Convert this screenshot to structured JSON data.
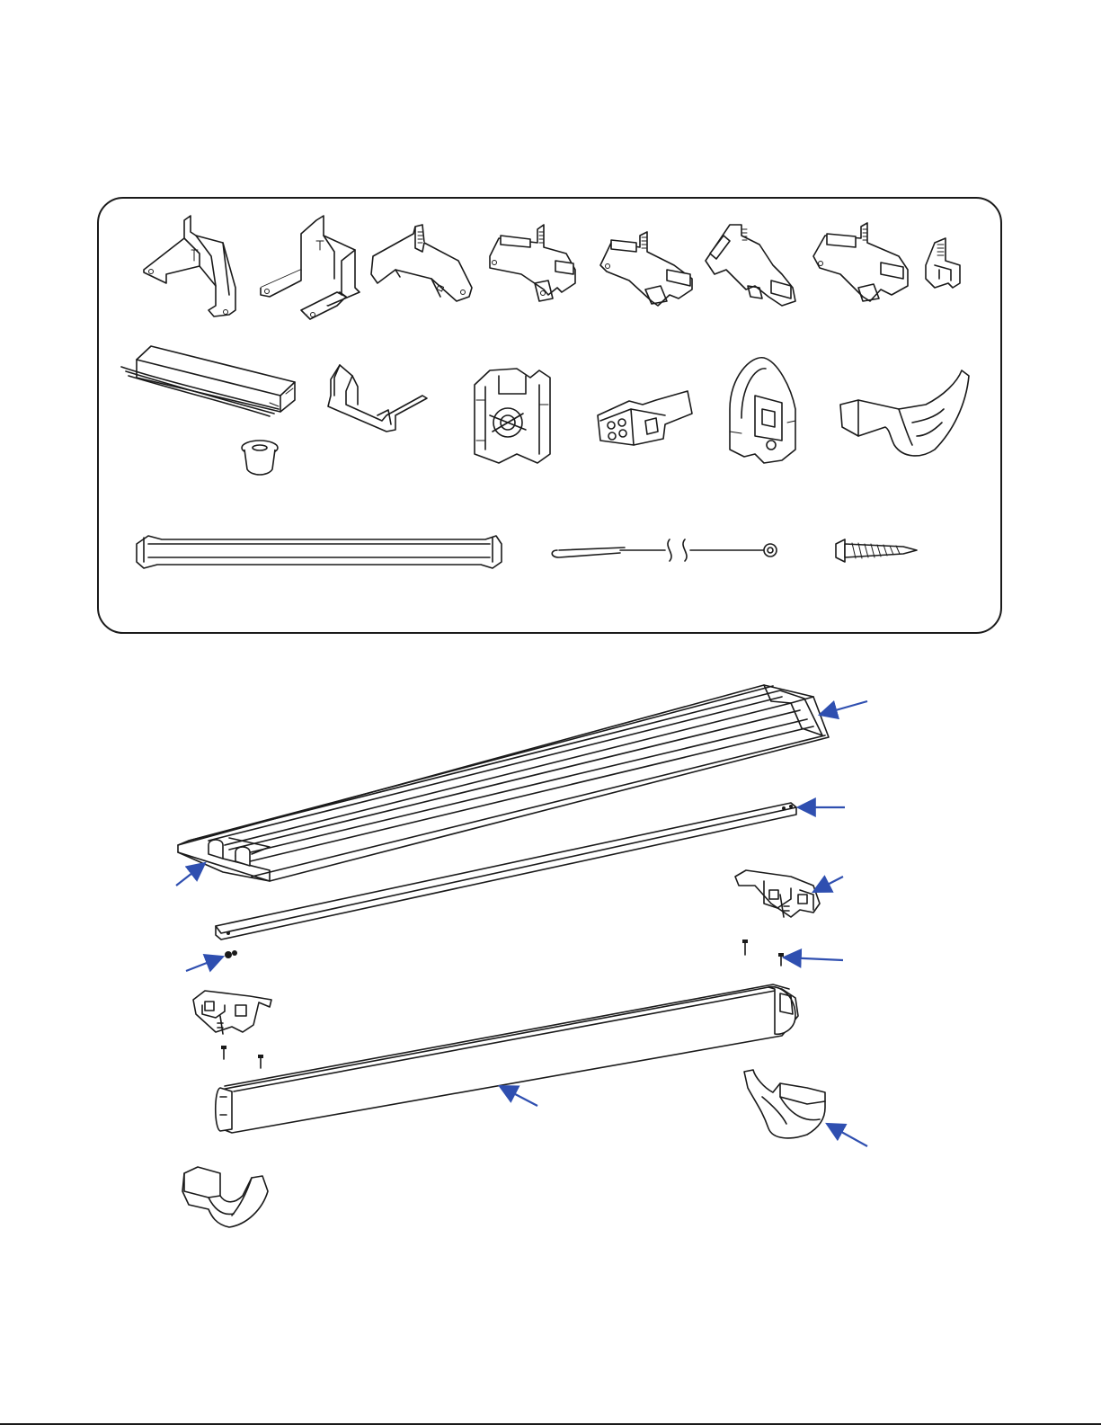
{
  "colors": {
    "line": "#1a1a1a",
    "callout_arrow": "#2f4fb0",
    "background": "#ffffff"
  },
  "parts_panel": {
    "row1": [
      "mounting-bracket-a",
      "mounting-bracket-b",
      "mounting-bracket-c",
      "socket-bracket-a",
      "socket-bracket-b",
      "socket-bracket-c",
      "socket-bracket-d",
      "small-bracket"
    ],
    "row2": [
      "ballast",
      "grommet",
      "spring-clip",
      "lamp-holder",
      "wire-connector",
      "socket-cover",
      "end-cap"
    ],
    "row3": [
      "lens-diffuser",
      "safety-cable",
      "self-drilling-screw"
    ]
  },
  "assembly": {
    "callouts": [
      "housing-end",
      "channel-rail",
      "housing-corner",
      "socket-bracket",
      "nut",
      "screw",
      "lens",
      "end-cap"
    ]
  }
}
